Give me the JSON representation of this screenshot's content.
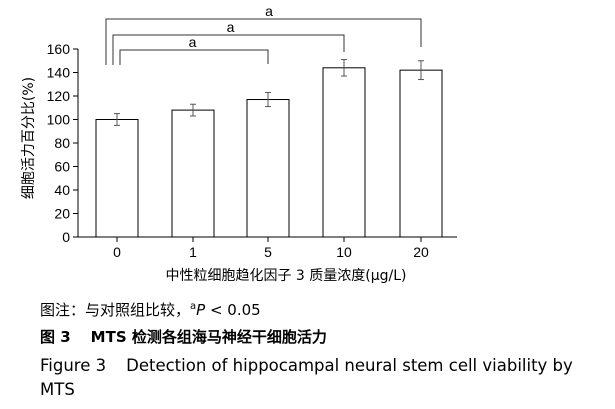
{
  "chart_data": {
    "type": "bar",
    "categories": [
      "0",
      "1",
      "5",
      "10",
      "20"
    ],
    "values": [
      100,
      108,
      117,
      144,
      142
    ],
    "errors": [
      5,
      5,
      6,
      7,
      8
    ],
    "ylabel": "细胞活力百分比(%)",
    "xlabel": "中性粒细胞趋化因子 3 质量浓度(μg/L)",
    "ylim": [
      0,
      160
    ],
    "yticks": [
      0,
      20,
      40,
      60,
      80,
      100,
      120,
      140,
      160
    ],
    "grid": false,
    "significance": [
      {
        "from": "0",
        "to": "5",
        "label": "a"
      },
      {
        "from": "0",
        "to": "10",
        "label": "a"
      },
      {
        "from": "0",
        "to": "20",
        "label": "a"
      }
    ],
    "colors": {
      "bar_fill": "#ffffff",
      "stroke": "#000000",
      "error_bar": "#555555"
    }
  },
  "caption": {
    "note_prefix": "图注：与对照组比较，",
    "note_sup": "a",
    "note_p": "P",
    "note_rest": " < 0.05",
    "figure_cn_label": "图 3",
    "figure_cn_title": "MTS 检测各组海马神经干细胞活力",
    "figure_en_label": "Figure 3",
    "figure_en_title": "Detection of hippocampal neural stem cell viability by MTS"
  }
}
